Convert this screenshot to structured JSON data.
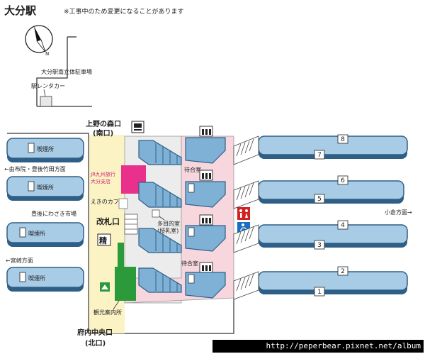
{
  "title": "大分駅",
  "notice": "※工事中のため変更になることがあります",
  "compass_label": "N",
  "labels": {
    "parking": "大分駅南立体駐車場",
    "rental_car": "駅レンタカー",
    "south_exit": "上野の森口",
    "south_exit_sub": "(南口)",
    "north_exit": "府内中央口",
    "north_exit_sub": "(北口)",
    "ticket_gate": "改札口",
    "jr_travel": "JR九州旅行",
    "jr_travel_branch": "大分支店",
    "cafe": "えきのカフェ",
    "multi_room": "多目的室",
    "nursing_room": "(授乳室)",
    "waiting_room_1": "待合室",
    "waiting_room_2": "待合室",
    "tourist_info": "観光案内所",
    "smoking_1": "喫煙所",
    "smoking_2": "喫煙所",
    "smoking_3": "喫煙所",
    "smoking_4": "喫煙所",
    "dir_yufuin": "←由布院・豊後竹田方面",
    "dir_kokura": "小倉方面→",
    "dir_wakisaki": "豊後にわさき市場",
    "dir_miyazaki": "←宮崎方面",
    "seisan": "精"
  },
  "platforms": [
    "1",
    "2",
    "3",
    "4",
    "5",
    "6",
    "7",
    "8"
  ],
  "watermark": "http://peperbear.pixnet.net/album",
  "colors": {
    "platform": "#a9cce6",
    "concourse": "#f7d6dd",
    "passage": "#fbf3c4",
    "jr_office": "#e8308c",
    "tourist": "#2a9a3a",
    "toilet": "#d32020",
    "accessible": "#1a6fc4"
  }
}
